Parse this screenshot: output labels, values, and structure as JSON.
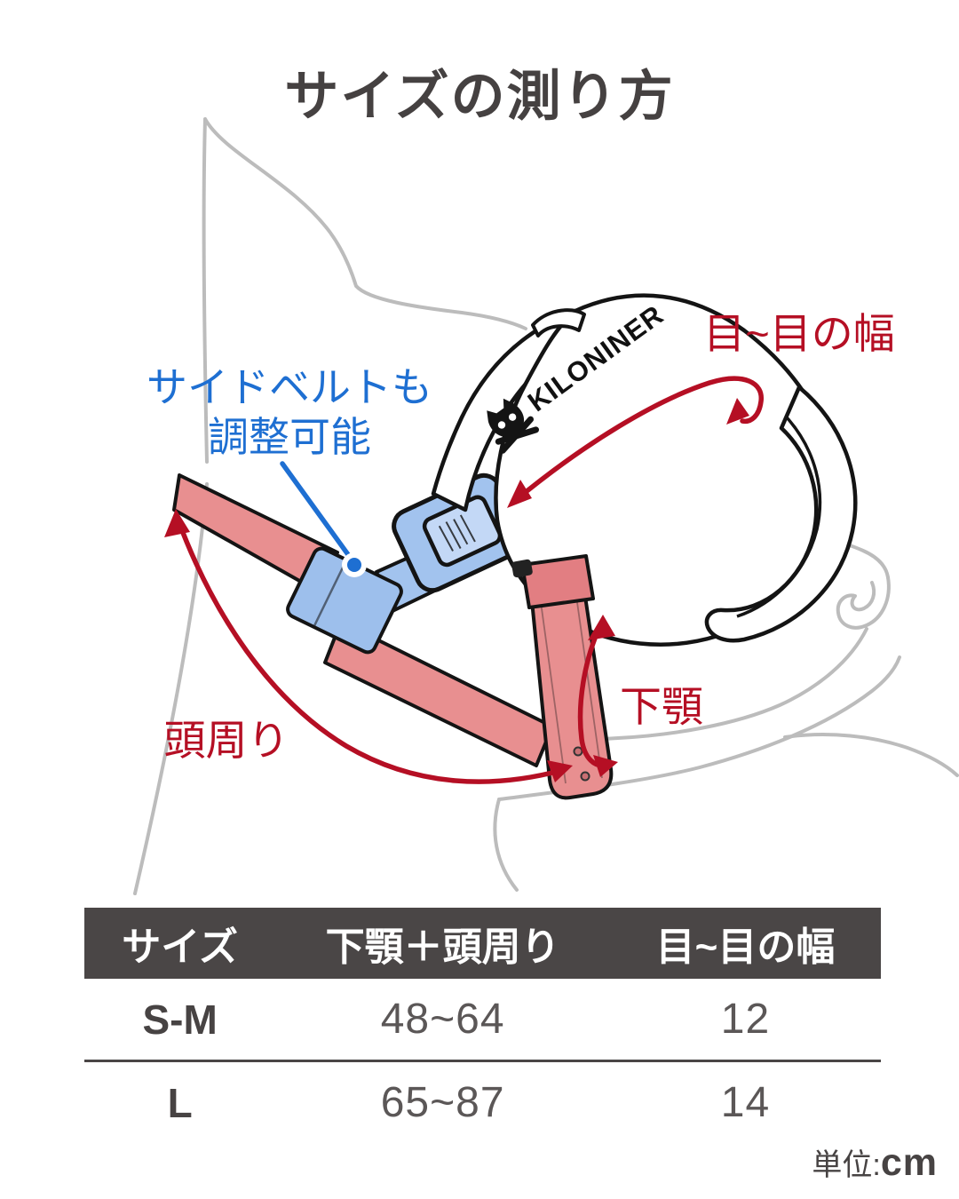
{
  "title": "サイズの測り方",
  "illustration": {
    "brand_label": "KILONINER",
    "side_belt_note_line1": "サイドベルトも",
    "side_belt_note_line2": "調整可能",
    "eye_width_label": "目~目の幅",
    "jaw_label": "下顎",
    "head_circumference_label": "頭周り",
    "colors": {
      "annotation_red": "#b50f24",
      "note_blue": "#1e6fd2",
      "strap_pink": "#e88f90",
      "buckle_blue": "#a2c3ee",
      "sketch_gray": "#bcbcbc",
      "outline_black": "#141414"
    }
  },
  "size_table": {
    "headers": [
      "サイズ",
      "下顎＋頭周り",
      "目~目の幅"
    ],
    "rows": [
      {
        "size": "S-M",
        "jaw_plus_head": "48~64",
        "eye_width": "12"
      },
      {
        "size": "L",
        "jaw_plus_head": "65~87",
        "eye_width": "14"
      }
    ]
  },
  "unit": {
    "label": "単位:",
    "value": "cm"
  }
}
